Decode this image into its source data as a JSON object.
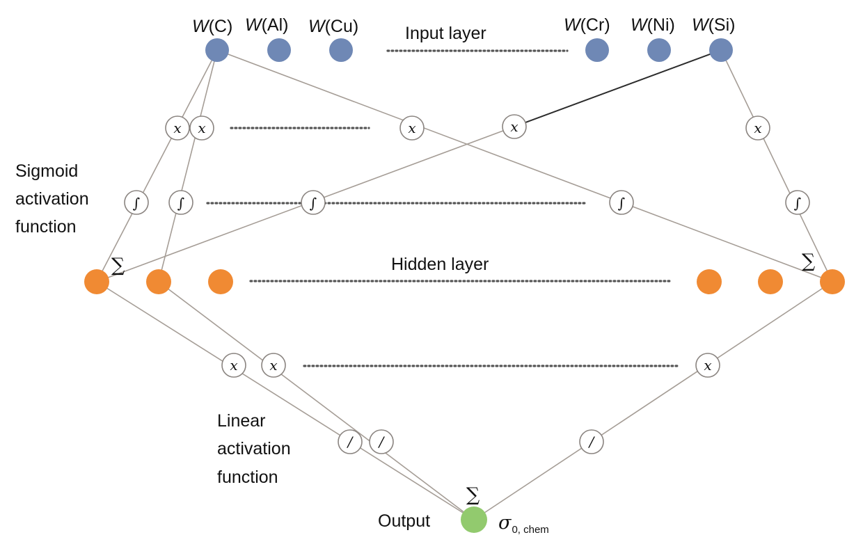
{
  "input_layer": {
    "label": "Input layer",
    "node_color": "#6f88b5",
    "nodes": [
      {
        "prefix": "W",
        "suffix": "(C)"
      },
      {
        "prefix": "W",
        "suffix": "(Al)"
      },
      {
        "prefix": "W",
        "suffix": "(Cu)"
      },
      {
        "prefix": "W",
        "suffix": "(Cr)"
      },
      {
        "prefix": "W",
        "suffix": "(Ni)"
      },
      {
        "prefix": "W",
        "suffix": "(Si)"
      }
    ]
  },
  "hidden_layer": {
    "label": "Hidden layer",
    "node_color": "#f08a33",
    "sum_symbol": "∑"
  },
  "sigmoid_label": [
    "Sigmoid",
    "activation",
    "function"
  ],
  "linear_label": [
    "Linear",
    "activation",
    "function"
  ],
  "output": {
    "label": "Output",
    "node_color": "#92ca6e",
    "sum_symbol": "∑",
    "sigma": "σ",
    "sigma_sub": "0, chem"
  },
  "operators": {
    "multiply": "x",
    "sigmoid": "∫",
    "linear": "/"
  }
}
